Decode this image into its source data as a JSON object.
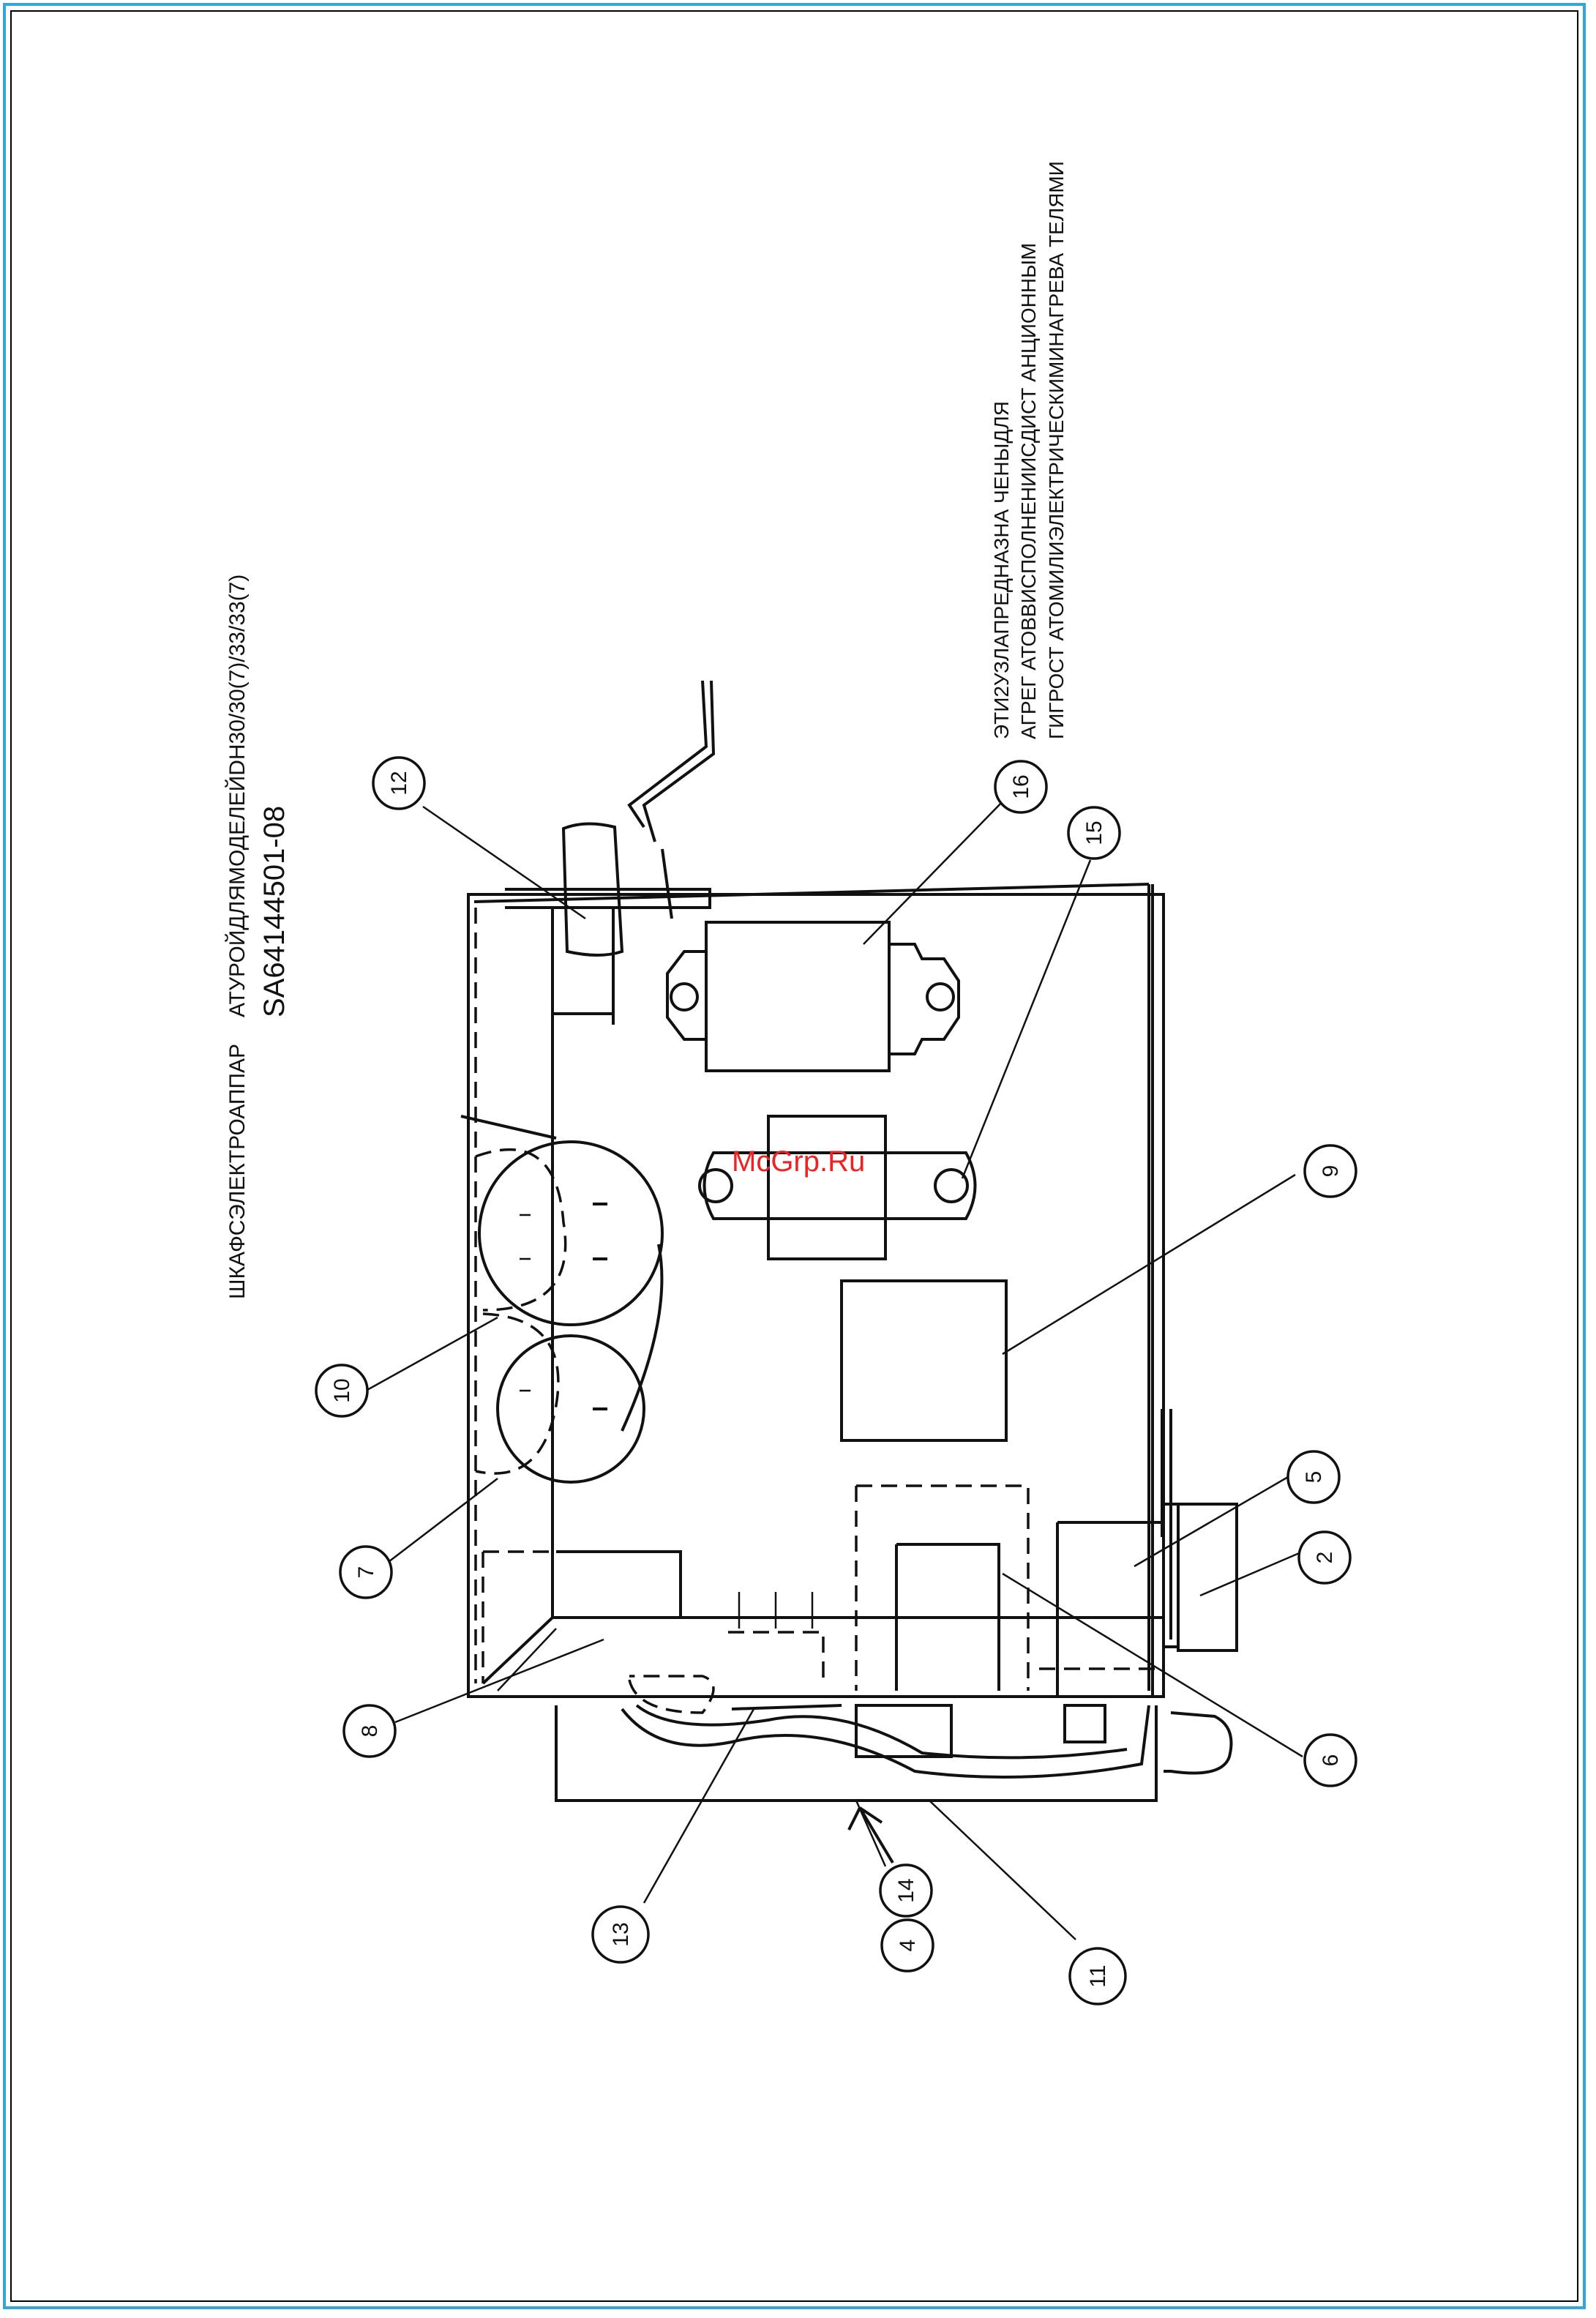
{
  "header": {
    "line1": "ШКАФСЭЛЕКТРОАППАР",
    "line2": "АТУРОЙДЛЯМОДЕЛЕЙDН30/30(7)/33/33(7)",
    "line3": "SA64144501-08"
  },
  "note": {
    "line1": "ЭТИ2УЗЛАПРЕДНАЗНА          ЧЕНЫДЛЯ",
    "line2": "АГРЕГ  АТОВВИСПОЛНЕНИИСДИСТ              АНЦИОННЫМ",
    "line3": "ГИГРОСТ  АТОМИЛИЭЛЕКТРИЧЕСКИМИНАГРЕВА            ТЕЛЯМИ"
  },
  "watermark": "McGrp.Ru",
  "callouts": [
    {
      "label": "12"
    },
    {
      "label": "16"
    },
    {
      "label": "15"
    },
    {
      "label": "9"
    },
    {
      "label": "10"
    },
    {
      "label": "7"
    },
    {
      "label": "8"
    },
    {
      "label": "5"
    },
    {
      "label": "2"
    },
    {
      "label": "6"
    },
    {
      "label": "13"
    },
    {
      "label": "14"
    },
    {
      "label": "4"
    },
    {
      "label": "11"
    }
  ],
  "colors": {
    "frame": "#2fa7dc",
    "ink": "#111111",
    "watermark": "#e22222"
  }
}
